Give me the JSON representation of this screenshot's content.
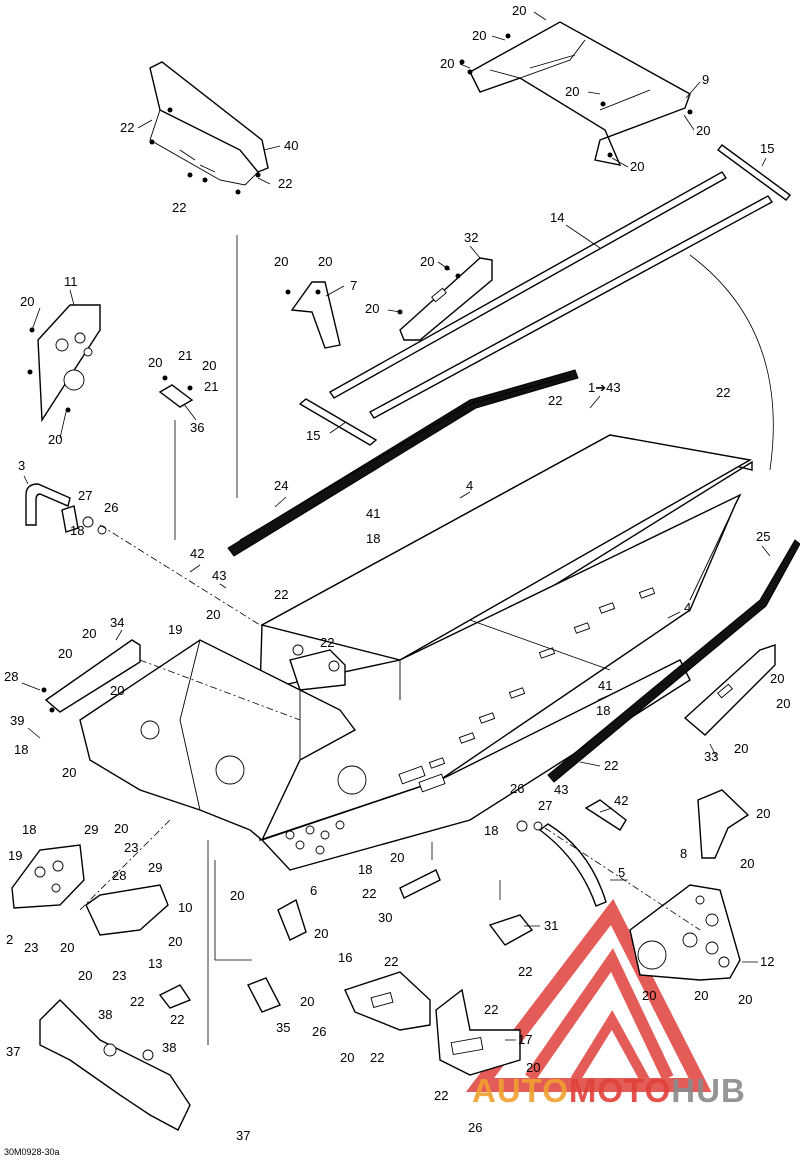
{
  "figure_code": "30M0928-30a",
  "watermark": {
    "brand_auto": "AUTO",
    "brand_moto": "MOTO",
    "brand_hub": "HUB",
    "color_red": "#e0403a",
    "color_orange": "#f0a030",
    "color_gray": "#8a8a8a"
  },
  "callouts": {
    "c20_a": "20",
    "c20_b": "20",
    "c20_c": "20",
    "c9": "9",
    "c20_d": "20",
    "c20_e": "20",
    "c20_f": "20",
    "c15_a": "15",
    "c14": "14",
    "c22_a": "22",
    "c40": "40",
    "c22_b": "22",
    "c22_c": "22",
    "c32": "32",
    "c20_g": "20",
    "c20_h": "20",
    "c7": "7",
    "c20_i": "20",
    "c20_j": "20",
    "c11": "11",
    "c20_k": "20",
    "c20_l": "20",
    "c20_m": "20",
    "c21_a": "21",
    "c20_n": "20",
    "c21_b": "21",
    "c36": "36",
    "c15_b": "15",
    "c143": "1➔43",
    "c22_d": "22",
    "c22_e": "22",
    "c3": "3",
    "c27_a": "27",
    "c26_a": "26",
    "c18_a": "18",
    "c24": "24",
    "c4_a": "4",
    "c41_a": "41",
    "c18_b": "18",
    "c25": "25",
    "c42_a": "42",
    "c43_a": "43",
    "c22_f": "22",
    "c20_o": "20",
    "c19_a": "19",
    "c22_g": "22",
    "c4_b": "4",
    "c34": "34",
    "c20_p": "20",
    "c20_q": "20",
    "c28_a": "28",
    "c20_r": "20",
    "c20_s": "20",
    "c39": "39",
    "c18_c": "18",
    "c41_b": "41",
    "c18_d": "18",
    "c33": "33",
    "c20_t": "20",
    "c22_h": "22",
    "c20_u": "20",
    "c26_b": "26",
    "c27_b": "27",
    "c43_b": "43",
    "c42_b": "42",
    "c18_e": "18",
    "c20_v": "20",
    "c29_a": "29",
    "c20_w": "20",
    "c23_a": "23",
    "c29_b": "29",
    "c18_f": "18",
    "c20_x": "20",
    "c8": "8",
    "c20_y": "20",
    "c20_z": "20",
    "c18_g": "18",
    "c19_b": "19",
    "c28_b": "28",
    "c20_aa": "20",
    "c5": "5",
    "c6": "6",
    "c22_i": "22",
    "c30": "30",
    "c20_ab": "20",
    "c10": "10",
    "c2": "2",
    "c23_b": "23",
    "c20_ac": "20",
    "c20_ad": "20",
    "c23_c": "23",
    "c20_ae": "20",
    "c31": "31",
    "c22_j": "22",
    "c12": "12",
    "c20_af": "20",
    "c20_ag": "20",
    "c20_ah": "20",
    "c13": "13",
    "c22_k": "22",
    "c22_l": "22",
    "c20_ai": "20",
    "c35": "35",
    "c16": "16",
    "c22_m": "22",
    "c22_n": "22",
    "c26_c": "26",
    "c20_aj": "20",
    "c22_o": "22",
    "c37_a": "37",
    "c38_a": "38",
    "c38_b": "38",
    "c17": "17",
    "c20_ak": "20",
    "c22_p": "22",
    "c26_d": "26",
    "c37_b": "37"
  }
}
